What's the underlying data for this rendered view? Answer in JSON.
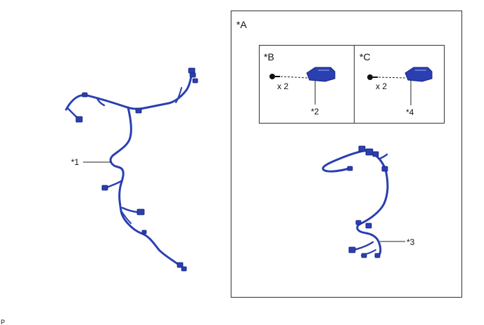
{
  "labels": {
    "part1": "*1",
    "part2": "*2",
    "part3": "*3",
    "part4": "*4",
    "group_a": "*A",
    "group_b": "*B",
    "group_c": "*C",
    "qty_b": "x 2",
    "qty_c": "x 2",
    "corner": "P"
  },
  "colors": {
    "harness": "#2a3fb0",
    "harness_dark": "#16237a",
    "frame": "#333333",
    "leader": "#222222"
  }
}
